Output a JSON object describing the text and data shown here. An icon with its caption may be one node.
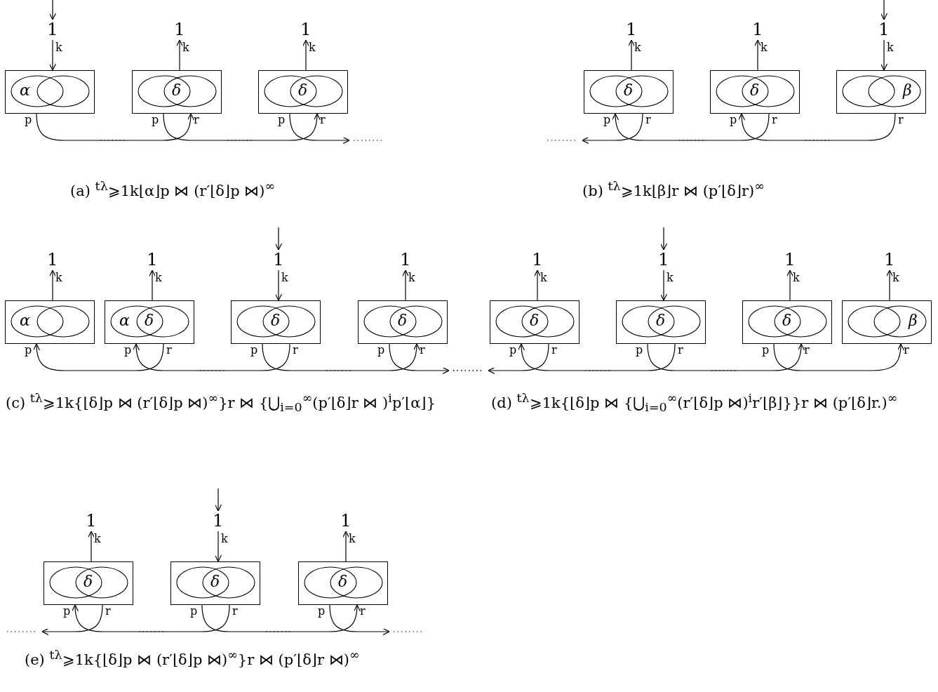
{
  "diagram": {
    "nodes": [
      {
        "text": [
          "1"
        ]
      },
      {
        "text": [
          "1"
        ]
      },
      {
        "text": [
          "1"
        ]
      },
      {
        "text": [
          "α"
        ],
        "beside": [
          "p"
        ]
      },
      {
        "text": [
          "δ"
        ],
        "beside": [
          "p",
          "r"
        ]
      },
      {
        "text": [
          "δ"
        ],
        "beside": [
          "p",
          "r"
        ]
      },
      {
        "text": [
          "1"
        ]
      },
      {
        "text": [
          "1"
        ]
      },
      {
        "text": [
          "1"
        ]
      },
      {
        "text": [
          "δ"
        ],
        "beside": [
          "p",
          "r"
        ]
      },
      {
        "text": [
          "δ"
        ],
        "beside": [
          "p",
          "r"
        ]
      },
      {
        "text": [
          "β"
        ],
        "beside": [
          "r"
        ]
      },
      {
        "text": [
          "1"
        ]
      },
      {
        "text": [
          "1"
        ]
      },
      {
        "text": [
          "1"
        ]
      },
      {
        "text": [
          "1"
        ]
      },
      {
        "text": [
          "α"
        ],
        "beside": [
          "p"
        ]
      },
      {
        "text": [
          "α",
          "δ"
        ],
        "beside": [
          "p",
          "r"
        ]
      },
      {
        "text": [
          "δ"
        ],
        "beside": [
          "p",
          "r"
        ]
      },
      {
        "text": [
          "δ"
        ],
        "beside": [
          "p",
          "r"
        ]
      },
      {
        "text": [
          "1"
        ]
      },
      {
        "text": [
          "1"
        ]
      },
      {
        "text": [
          "1"
        ]
      },
      {
        "text": [
          "1"
        ]
      },
      {
        "text": [
          "δ"
        ],
        "beside": [
          "p",
          "r"
        ]
      },
      {
        "text": [
          "δ"
        ],
        "beside": [
          "p",
          "r"
        ]
      },
      {
        "text": [
          "δ"
        ],
        "beside": [
          "p",
          "r"
        ]
      },
      {
        "text": [
          "β"
        ],
        "beside": [
          "r"
        ]
      },
      {
        "text": [
          "1"
        ]
      },
      {
        "text": [
          "1"
        ]
      },
      {
        "text": [
          "1"
        ]
      },
      {
        "text": [
          "δ"
        ],
        "beside": [
          "p",
          "r"
        ]
      },
      {
        "text": [
          "δ"
        ],
        "beside": [
          "p",
          "r"
        ]
      },
      {
        "text": [
          "δ"
        ],
        "beside": [
          "p",
          "r"
        ]
      }
    ],
    "edges": [
      {
        "from": null,
        "to": 0,
        "arrow": "to"
      },
      {
        "from": 0,
        "to": 3,
        "arrow": "to",
        "label": "k"
      },
      {
        "from": 4,
        "to": 1,
        "arrow": "to",
        "label": "k"
      },
      {
        "from": 5,
        "to": 2,
        "arrow": "to",
        "label": "k"
      },
      {
        "from": 3,
        "to": 4,
        "arrow": "to"
      },
      {
        "from": 4,
        "to": 5,
        "arrow": "to"
      },
      {
        "from": 5,
        "to": null,
        "arrow": "to"
      },
      {
        "from": null,
        "to": 8,
        "arrow": "to"
      },
      {
        "from": 9,
        "to": 6,
        "arrow": "to",
        "label": "k"
      },
      {
        "from": 10,
        "to": 7,
        "arrow": "to",
        "label": "k"
      },
      {
        "from": 8,
        "to": 11,
        "arrow": "to",
        "label": "k"
      },
      {
        "from": 11,
        "to": 10,
        "arrow": "to"
      },
      {
        "from": 10,
        "to": 9,
        "arrow": "to"
      },
      {
        "from": 9,
        "to": null,
        "arrow": "to"
      },
      {
        "from": null,
        "to": 14,
        "arrow": "to"
      },
      {
        "from": 16,
        "to": 12,
        "arrow": "to",
        "label": "k"
      },
      {
        "from": 17,
        "to": 13,
        "arrow": "to",
        "label": "k"
      },
      {
        "from": 14,
        "to": 18,
        "arrow": "to",
        "label": "k"
      },
      {
        "from": 19,
        "to": 15,
        "arrow": "to",
        "label": "k"
      },
      {
        "from": 18,
        "to": 17,
        "arrow": "to"
      },
      {
        "from": 17,
        "to": 16,
        "arrow": "to"
      },
      {
        "from": 18,
        "to": 19,
        "arrow": "to"
      },
      {
        "from": 19,
        "to": null,
        "arrow": "to"
      },
      {
        "from": null,
        "to": 21,
        "arrow": "to"
      },
      {
        "from": 24,
        "to": 20,
        "arrow": "to",
        "label": "k"
      },
      {
        "from": 21,
        "to": 25,
        "arrow": "to",
        "label": "k"
      },
      {
        "from": 26,
        "to": 22,
        "arrow": "to",
        "label": "k"
      },
      {
        "from": 27,
        "to": 23,
        "arrow": "to",
        "label": "k"
      },
      {
        "from": 25,
        "to": 24,
        "arrow": "to"
      },
      {
        "from": 24,
        "to": null,
        "arrow": "to"
      },
      {
        "from": 25,
        "to": 26,
        "arrow": "to"
      },
      {
        "from": 26,
        "to": 27,
        "arrow": "to"
      },
      {
        "from": null,
        "to": 29,
        "arrow": "to"
      },
      {
        "from": 31,
        "to": 28,
        "arrow": "to",
        "label": "k"
      },
      {
        "from": 29,
        "to": 32,
        "arrow": "to",
        "label": "k"
      },
      {
        "from": 33,
        "to": 30,
        "arrow": "to",
        "label": "k"
      },
      {
        "from": 32,
        "to": 31,
        "arrow": "to"
      },
      {
        "from": 31,
        "to": null,
        "arrow": "to"
      },
      {
        "from": 32,
        "to": 33,
        "arrow": "to"
      },
      {
        "from": 33,
        "to": null,
        "arrow": "to"
      }
    ],
    "labels": [
      "(a) $^{tλ}$⩾1k⌊α⌋p ⋈ (r′⌊δ⌋p ⋈)$^{∞}$",
      "(b) $^{tλ}$⩾1k⌊β⌋r ⋈ (p′⌊δ⌋r)$^{∞}$",
      "(c) $^{tλ}$⩾1k{⌊δ⌋p ⋈ (r′⌊δ⌋p ⋈)$^{∞}$}r ⋈ {⋃$_{i=0}$$^{∞}$(p′⌊δ⌋r ⋈ )$^{i}$p′⌊α⌋}",
      "(d) $^{tλ}$⩾1k{⌊δ⌋p ⋈ {⋃$_{i=0}$$^{∞}$(r′⌊δ⌋p ⋈)$^{i}$r′⌊β⌋}}r ⋈ (p′⌊δ⌋r.)$^{∞}$",
      "(e) $^{tλ}$⩾1k{⌊δ⌋p ⋈ (r′⌊δ⌋p ⋈)$^{∞}$}r ⋈ (p′⌊δ⌋r ⋈)$^{∞}$"
    ]
  }
}
